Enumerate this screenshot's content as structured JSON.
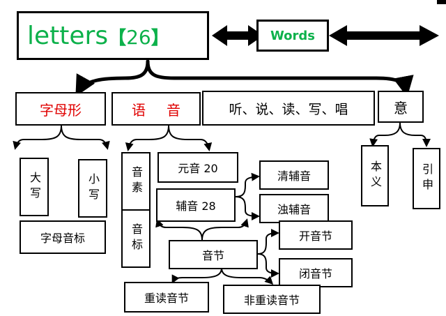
{
  "colors": {
    "green": "#0db14b",
    "red": "#e00000",
    "black": "#000000",
    "white": "#ffffff"
  },
  "root": {
    "word": "letters",
    "bracket_open": "【",
    "count": "26",
    "bracket_close": "】"
  },
  "words": "Words",
  "branches": {
    "form": "字母形",
    "sound_a": "语",
    "sound_b": "音",
    "skills": "听、说、读、写、唱",
    "meaning": "意"
  },
  "form_children": {
    "upper": "大写",
    "lower": "小写",
    "phonetic": "字母音标"
  },
  "sound_children": {
    "phoneme": "音素",
    "phonetic_symbol": "音标",
    "vowels": "元音 20",
    "consonants": "辅音 28",
    "voiceless": "清辅音",
    "voiced": "浊辅音",
    "syllable": "音节",
    "open_syllable": "开音节",
    "closed_syllable": "闭音节",
    "stressed": "重读音节",
    "unstressed": "非重读音节"
  },
  "meaning_children": {
    "literal": "本义",
    "extended": "引申"
  }
}
